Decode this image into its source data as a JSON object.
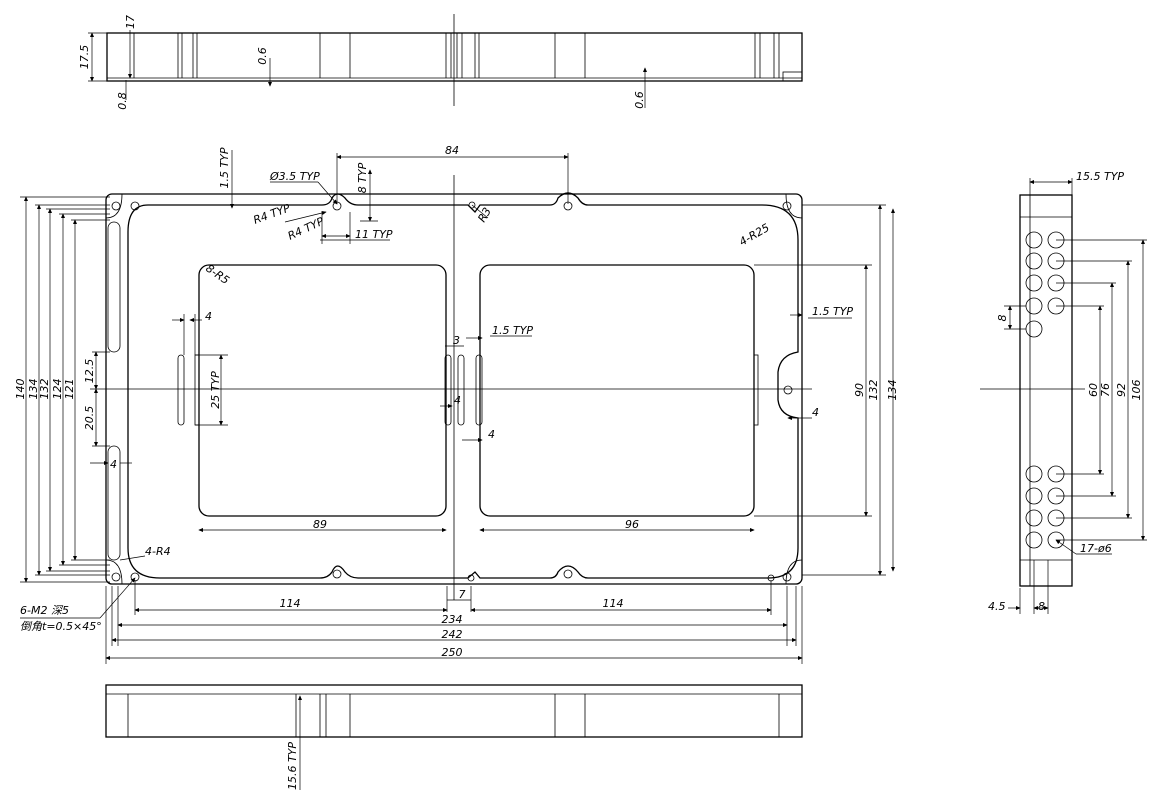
{
  "top_view": {
    "height_17_5": "17.5",
    "depth_17": "17",
    "wall_0_6": "0.6",
    "base_0_8": "0.8",
    "floor_0_6": "0.6"
  },
  "plan_view": {
    "pad_1_5_typ": "1.5 TYP",
    "hole_dia_3_5_typ": "Ø3.5 TYP",
    "height_8_typ": "8 TYP",
    "spacing_84": "84",
    "radius_r4_typ_a": "R4 TYP",
    "radius_r4_typ_b": "R4 TYP",
    "width_11_typ": "11 TYP",
    "radius_r3": "R3",
    "radius_4_r25": "4-R25",
    "radius_8_r5": "8-R5",
    "slot_4_a": "4",
    "gap_3": "3",
    "width_1_5_typ_a": "1.5 TYP",
    "width_1_5_typ_b": "1.5 TYP",
    "offset_12_5": "12.5",
    "slot_25_typ": "25 TYP",
    "slot_4_b": "4",
    "slot_4_c": "4",
    "slot_4_d": "4",
    "offset_20_5": "20.5",
    "slot_4_e": "4",
    "h140": "140",
    "h134": "134",
    "h132": "132",
    "h124": "124",
    "h121": "121",
    "pocket_89": "89",
    "pocket_96": "96",
    "pocket_90": "90",
    "h132_right": "132",
    "h134_right": "134",
    "radius_4_r4": "4-R4",
    "thread_note": "6-M2 深5",
    "chamfer_note": "倒角t=0.5×45°",
    "w114_left": "114",
    "w7": "7",
    "w114_right": "114",
    "w234": "234",
    "w242": "242",
    "w250": "250"
  },
  "side_view": {
    "width_15_5_typ": "15.5 TYP",
    "pitch_8": "8",
    "span_60": "60",
    "span_76": "76",
    "span_92": "92",
    "span_106": "106",
    "holes_17_o6": "17-ø6",
    "offset_4_5": "4.5",
    "pitch_8_b": "8"
  },
  "bottom_view": {
    "height_15_6_typ": "15.6 TYP"
  }
}
